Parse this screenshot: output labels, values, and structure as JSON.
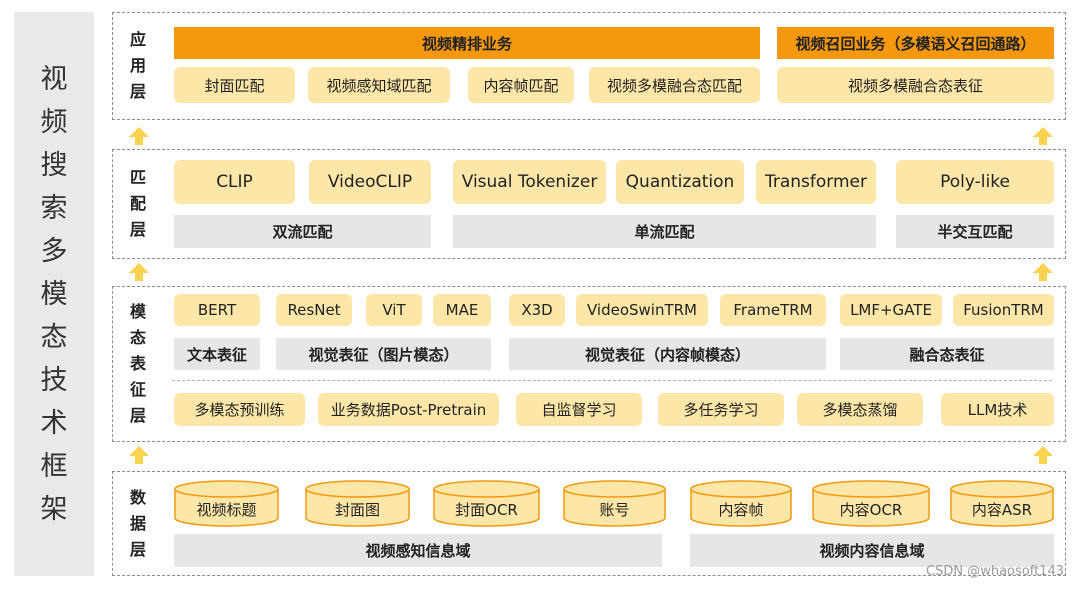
{
  "title_chars": [
    "视",
    "频",
    "搜",
    "索",
    "多",
    "模",
    "态",
    "技",
    "术",
    "框",
    "架"
  ],
  "app": {
    "name": [
      "应",
      "用",
      "层"
    ],
    "bars": [
      "视频精排业务",
      "视频召回业务（多模语义召回通路）"
    ],
    "boxes": [
      "封面匹配",
      "视频感知域匹配",
      "内容帧匹配",
      "视频多模融合态匹配",
      "视频多模融合态表征"
    ]
  },
  "match": {
    "name": [
      "匹",
      "配",
      "层"
    ],
    "boxes": [
      "CLIP",
      "VideoCLIP",
      "Visual Tokenizer",
      "Quantization",
      "Transformer",
      "Poly-like"
    ],
    "groups": [
      "双流匹配",
      "单流匹配",
      "半交互匹配"
    ]
  },
  "repr": {
    "name": [
      "模",
      "态",
      "表",
      "征",
      "层"
    ],
    "models": [
      "BERT",
      "ResNet",
      "ViT",
      "MAE",
      "X3D",
      "VideoSwinTRM",
      "FrameTRM",
      "LMF+GATE",
      "FusionTRM"
    ],
    "groups": [
      "文本表征",
      "视觉表征（图片模态）",
      "视觉表征（内容帧模态）",
      "融合态表征"
    ],
    "techniques": [
      "多模态预训练",
      "业务数据Post-Pretrain",
      "自监督学习",
      "多任务学习",
      "多模态蒸馏",
      "LLM技术"
    ]
  },
  "data": {
    "name": [
      "数",
      "据",
      "层"
    ],
    "sources": [
      "视频标题",
      "封面图",
      "封面OCR",
      "账号",
      "内容帧",
      "内容OCR",
      "内容ASR"
    ],
    "groups": [
      "视频感知信息域",
      "视频内容信息域"
    ]
  },
  "watermark": "CSDN @whaosoft143",
  "colors": {
    "box": "#fde7a8",
    "bar": "#f5980e",
    "group": "#e6e6e6",
    "arrow": "#fbd24e"
  }
}
